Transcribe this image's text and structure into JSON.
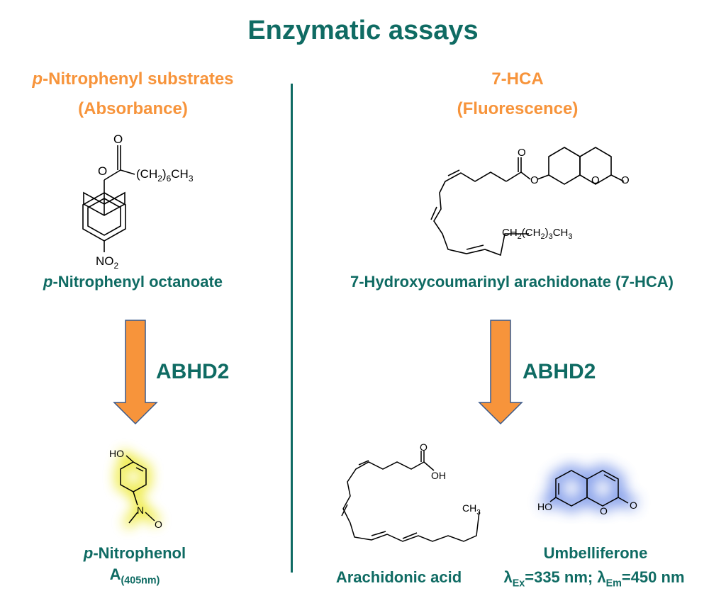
{
  "title": "Enzymatic assays",
  "left": {
    "header_prefix": "p",
    "header_rest": "-Nitrophenyl substrates",
    "header_line2": "(Absorbance)",
    "substrate_prefix": "p",
    "substrate_rest": "-Nitrophenyl octanoate",
    "enzyme": "ABHD2",
    "product_prefix": "p",
    "product_rest": "-Nitrophenol",
    "readout_main": "A",
    "readout_sub": "(405nm)"
  },
  "right": {
    "header_line1": "7-HCA",
    "header_line2": "(Fluorescence)",
    "substrate_label": "7-Hydroxycoumarinyl arachidonate (7-HCA)",
    "enzyme": "ABHD2",
    "product1_label": "Arachidonic acid",
    "product2_label": "Umbelliferone",
    "wavelength_lambda": "λ",
    "wavelength_ex_sub": "Ex",
    "wavelength_ex_value": "=335 nm; ",
    "wavelength_em_sub": "Em",
    "wavelength_em_value": "=450 nm"
  },
  "chem_text": {
    "carbonyl_o": "O",
    "ester_o": "O",
    "chain": "(CH",
    "chain_sub1": "2",
    "chain_mid": ")",
    "chain_sub2": "6",
    "chain_end": "CH",
    "chain_sub3": "3",
    "nitro": "NO",
    "nitro_sub": "2",
    "pnp_ho": "HO",
    "pnp_n": "N",
    "pnp_o": "O",
    "hca_o1": "O",
    "hca_o2": "O",
    "hca_o3": "O",
    "hca_o4": "O",
    "hca_tail": "CH",
    "hca_tail_sub1": "2",
    "hca_tail_mid": "(CH",
    "hca_tail_sub2": "2",
    "hca_tail_mid2": ")",
    "hca_tail_sub3": "3",
    "hca_tail_end": "CH",
    "hca_tail_sub4": "3",
    "aa_o": "O",
    "aa_oh": "OH",
    "aa_ch3": "CH",
    "aa_ch3_sub": "3",
    "umb_ho": "HO",
    "umb_o1": "O",
    "umb_o2": "O"
  },
  "colors": {
    "teal": "#0F6B63",
    "orange": "#F7943B",
    "arrow_fill": "#F7943B",
    "arrow_stroke": "#3A5A8C",
    "yellow_glow": "#E9E400",
    "blue_glow": "#4A6FE0"
  }
}
